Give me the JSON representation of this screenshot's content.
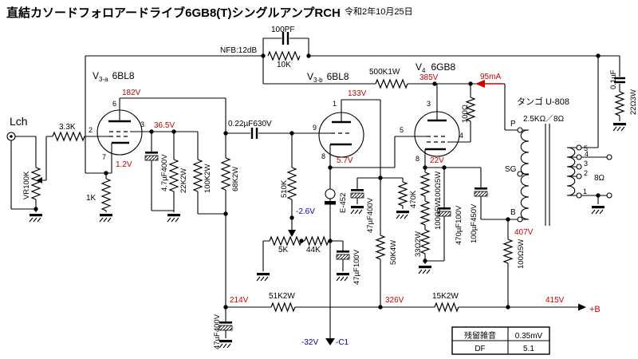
{
  "title": "直結カソードフォロアードライブ6GB8(T)シングルアンプRCH",
  "date": "令和2年10月25日",
  "nfb": {
    "label": "NFB:12dB",
    "cap": "100PF",
    "res": "10K"
  },
  "input": {
    "channel": "Lch",
    "pot": "VR100K",
    "series_res": "3.3K"
  },
  "v3a": {
    "name": "V",
    "sub": "3-a",
    "tube": "6BL8",
    "pin_grid": "2",
    "pin_screen": "3",
    "pin_plate": "6",
    "pin_cathode": "7",
    "v_plate": "182V",
    "v_screen": "36.5V",
    "v_cathode": "1.2V",
    "r_cathode": "1K",
    "c_screen": "4.7µF400V",
    "r_screen_lo": "22K2W",
    "r_screen_hi": "100K2W",
    "r_plate": "68K2W"
  },
  "coupling_cap": "0.22µF630V",
  "v3b": {
    "name": "V",
    "sub": "3-b",
    "tube": "6BL8",
    "pin_plate": "1",
    "pin_grid": "9",
    "pin_cathode": "8",
    "v_plate": "133V",
    "v_cathode": "5.7V",
    "r_grid": "510K",
    "battery": "E-452",
    "c_supply": "47µF400V",
    "r_bleed": "470K",
    "r_drop": "50K4W"
  },
  "bias": {
    "v_wiper": "-2.6V",
    "pot": "5K",
    "res": "44K",
    "cap": "47µF100V",
    "v_supply": "-32V",
    "supply": "-C1"
  },
  "v4": {
    "name": "V",
    "sub": "4",
    "tube": "6GB8",
    "pin_plate": "3",
    "pin_grid": "5",
    "pin_screen": "4",
    "pin_cathode": "8",
    "v_plate": "385V",
    "i_plate": "95mA",
    "v_cathode": "22V",
    "r_screen": "100Ω",
    "r_fb": "500K1W",
    "r_k1": "100Ω5W",
    "r_k2": "100Ω5W",
    "r_k3": "33Ω2W",
    "c_k": "470µF100V",
    "c_ultrapath": "100µF450V"
  },
  "opt": {
    "name": "タンゴ U-808",
    "imp": "2.5KΩ／8Ω",
    "t_p": "P",
    "t_sg": "SG",
    "t_b": "B",
    "v_b": "407V",
    "tap5": "5",
    "tap4": "4",
    "tap3": "3",
    "tap2": "2",
    "tap1": "1",
    "load": "8Ω",
    "zobel_c": "0.1µF",
    "zobel_r": "22Ω3W"
  },
  "psu": {
    "v1": "214V",
    "v2": "326V",
    "v3": "415V",
    "plus_b": "+B",
    "r1": "51K2W",
    "r2": "15K2W",
    "r3": "100Ω5W",
    "c1": "47µF400V"
  },
  "meas": {
    "r1_label": "残留雑音",
    "r1_value": "0.35mV",
    "r2_label": "DF",
    "r2_value": "5.1"
  }
}
